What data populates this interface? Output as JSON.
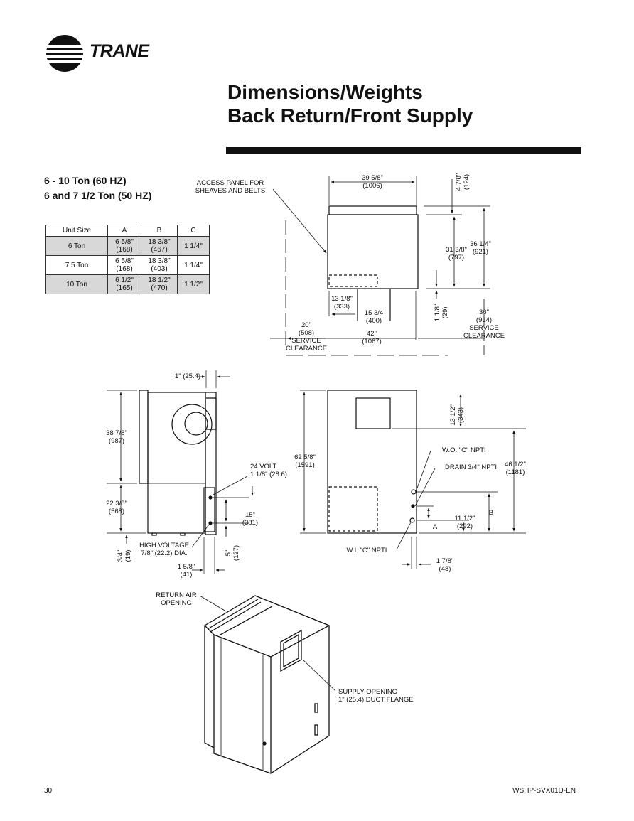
{
  "brand": {
    "name": "TRANE",
    "logo_icon": "trane-logo-circle-icon"
  },
  "header": {
    "title_line1": "Dimensions/Weights",
    "title_line2": "Back Return/Front Supply"
  },
  "subtitle": {
    "line1": "6 - 10 Ton (60 HZ)",
    "line2": "6 and 7 1/2 Ton (50 HZ)"
  },
  "table": {
    "headers": [
      "Unit Size",
      "A",
      "B",
      "C"
    ],
    "rows": [
      [
        "6 Ton",
        "6 5/8\"\n(168)",
        "18 3/8\"\n(467)",
        "1 1/4\""
      ],
      [
        "7.5 Ton",
        "6 5/8\"\n(168)",
        "18 3/8\"\n(403)",
        "1 1/4\""
      ],
      [
        "10 Ton",
        "6 1/2\"\n(165)",
        "18 1/2\"\n(470)",
        "1 1/2\""
      ]
    ]
  },
  "top_view": {
    "access_panel": "ACCESS PANEL FOR\nSHEAVES AND BELTS",
    "width": "39 5/8\"\n(1006)",
    "top_height": "4 7/8\"\n(124)",
    "body_height": "31 3/8\"\n(797)",
    "total_height": "36 1/4\"\n(921)",
    "dim_13": "13 1/8\"\n(333)",
    "dim_15": "15 3/4\n(400)",
    "dim_1": "1 1/8\"\n(29)",
    "left_clearance": "20\"\n(508)\nSERVICE\nCLEARANCE",
    "bottom_clearance": "42\"\n(1067)",
    "right_clearance": "36\"\n(914)\nSERVICE\nCLEARANCE"
  },
  "side_view": {
    "dim_1": "1\" (25.4)",
    "dim_38": "38 7/8\"\n(987)",
    "dim_22": "22 3/8\"\n(568)",
    "dim_3": "3/4\"\n(19)",
    "volt": "24 VOLT\n1 1/8\" (28.6)",
    "dim_15": "15\"\n(381)",
    "high_voltage": "HIGH VOLTAGE\n7/8\" (22.2) DIA.",
    "dim_5": "5\"\n(127)",
    "dim_1_5": "1 5/8\"\n(41)"
  },
  "front_view": {
    "dim_62": "62 5/8\"\n(1591)",
    "dim_13": "13 1/2\"\n(343)",
    "wo": "W.O. \"C\" NPTI",
    "drain": "DRAIN 3/4\" NPTI",
    "dim_46": "46 1/2\"\n(1181)",
    "label_b": "B",
    "label_a": "A",
    "dim_11": "11 1/2\"\n(292)",
    "wi": "W.I. \"C\" NPTI",
    "dim_1_7": "1 7/8\"\n(48)"
  },
  "iso_view": {
    "return_air": "RETURN AIR\nOPENING",
    "supply": "SUPPLY OPENING\n1\" (25.4) DUCT FLANGE"
  },
  "footer": {
    "page": "30",
    "doc": "WSHP-SVX01D-EN"
  }
}
